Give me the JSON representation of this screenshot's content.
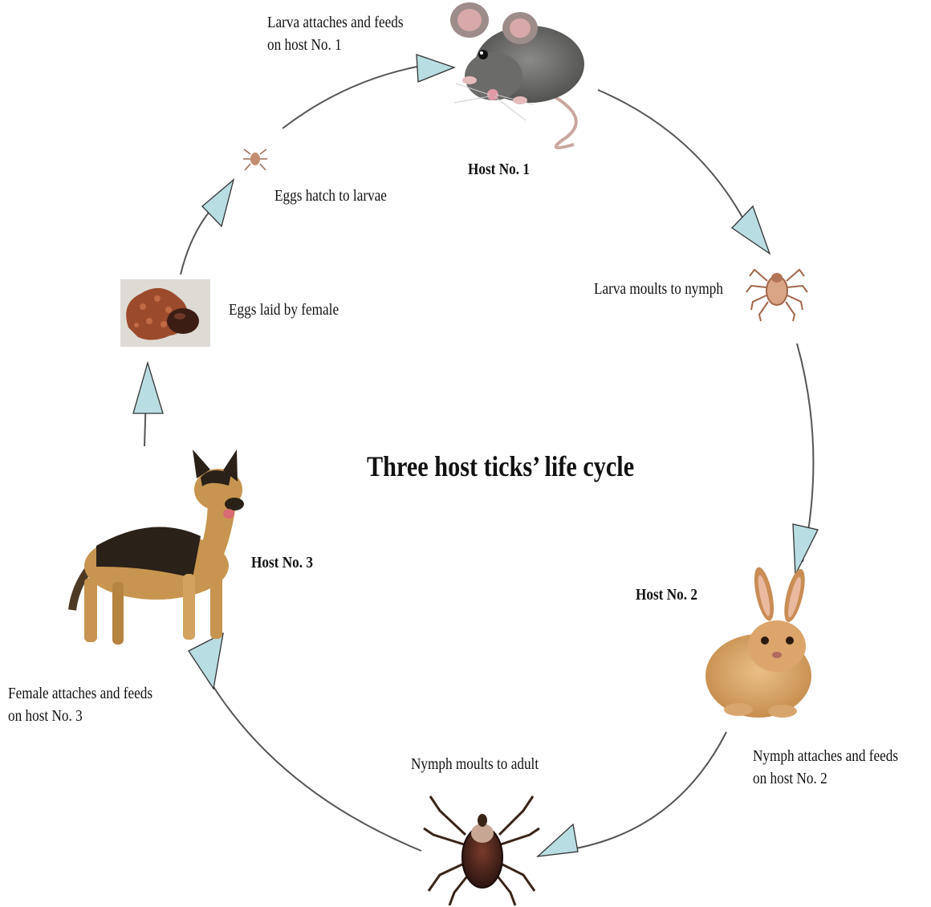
{
  "title": "Three host ticks’ life cycle",
  "hosts": {
    "host1": "Host No. 1",
    "host2": "Host No. 2",
    "host3": "Host No. 3"
  },
  "stages": {
    "larva_attaches": "Larva attaches and feeds\non host No. 1",
    "larva_moults": "Larva moults to nymph",
    "nymph_attaches": "Nymph attaches and feeds\non host No. 2",
    "nymph_moults": "Nymph moults to adult",
    "female_attaches": "Female attaches and feeds\non host No. 3",
    "eggs_laid": "Eggs laid by female",
    "eggs_hatch": "Eggs hatch to larvae"
  },
  "colors": {
    "arrow_fill": "#b8dde2",
    "arrow_stroke": "#333333",
    "cycle_line": "#555555"
  },
  "icons": [
    "mouse-host-image",
    "rabbit-host-image",
    "dog-host-image",
    "larva-tick-image",
    "nymph-tick-image",
    "adult-tick-image",
    "egg-mass-image"
  ]
}
